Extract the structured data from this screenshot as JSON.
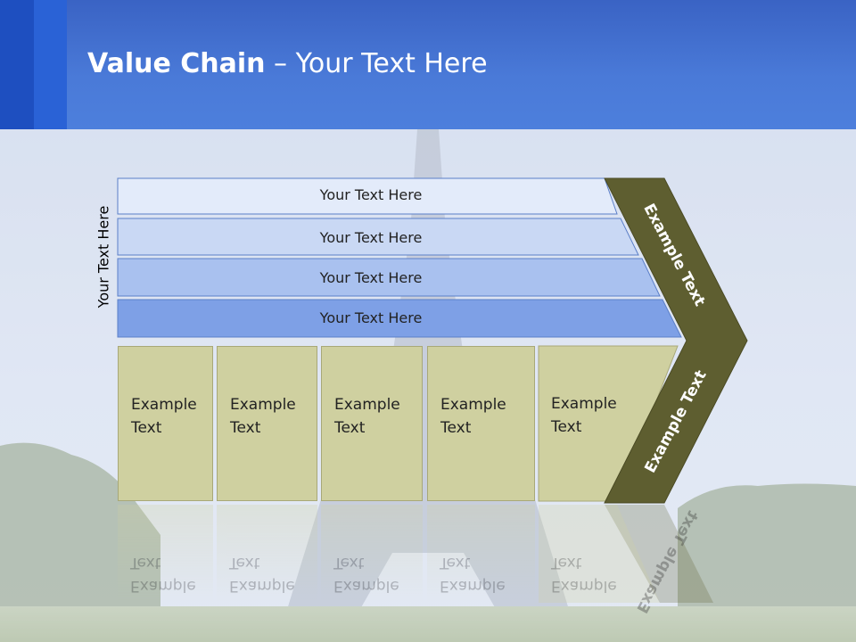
{
  "title": {
    "bold": "Value Chain",
    "rest": " – Your Text Here"
  },
  "side_label": "Your Text Here",
  "bars": [
    {
      "label": "Your Text Here",
      "color": "#e3ebfa"
    },
    {
      "label": "Your Text Here",
      "color": "#c9d8f4"
    },
    {
      "label": "Your Text Here",
      "color": "#a9c1ef"
    },
    {
      "label": "Your Text Here",
      "color": "#7ea0e6"
    }
  ],
  "boxes": [
    {
      "line1": "Example",
      "line2": "Text"
    },
    {
      "line1": "Example",
      "line2": "Text"
    },
    {
      "line1": "Example",
      "line2": "Text"
    },
    {
      "line1": "Example",
      "line2": "Text"
    },
    {
      "line1": "Example",
      "line2": "Text"
    }
  ],
  "chevron": {
    "upper": "Example Text",
    "lower": "Example Text",
    "color": "#5e5e30"
  },
  "box_color": "#cfd0a0"
}
